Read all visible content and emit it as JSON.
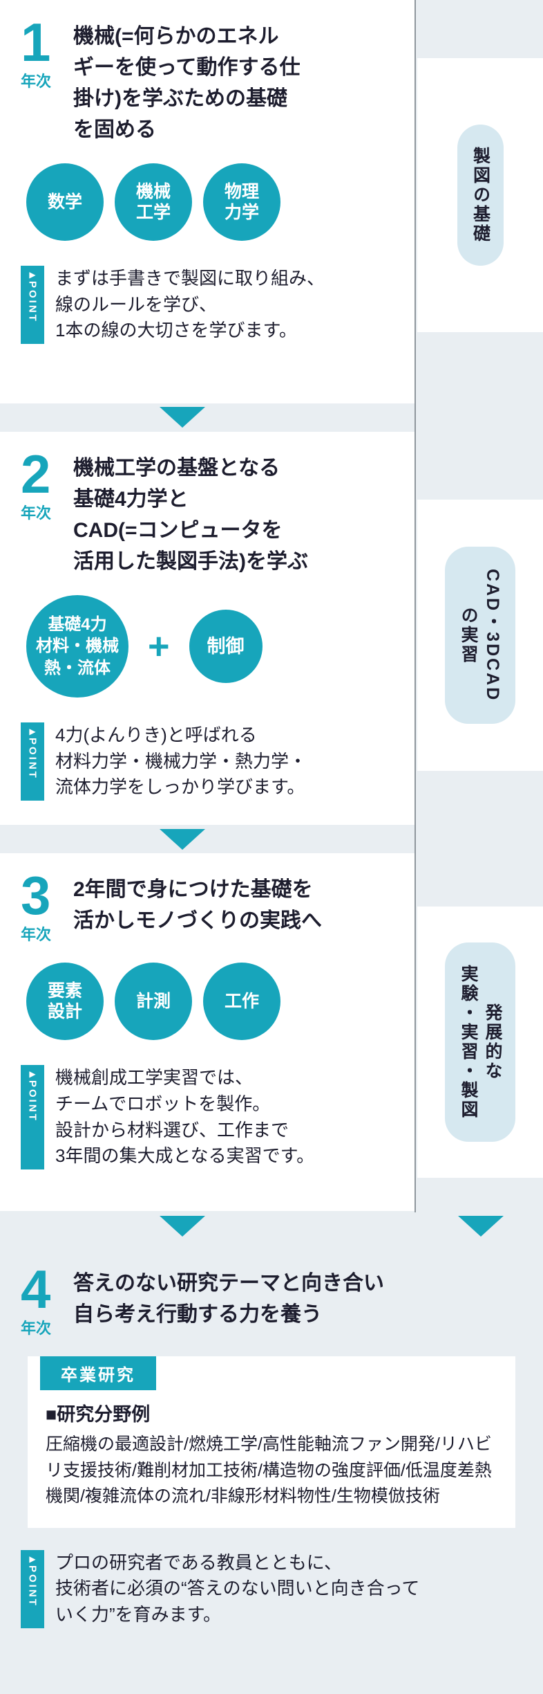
{
  "colors": {
    "teal": "#17a5bb",
    "background": "#e9eef2",
    "pill_fill": "#d6e8f0",
    "text_dark": "#1d1d2e"
  },
  "point_label": "POINT",
  "icons": {
    "play": "▶"
  },
  "sections": [
    {
      "number": "1",
      "year_label": "年次",
      "heading": "機械(=何らかのエネル\nギーを使って動作する仕\n掛け)を学ぶための基礎\nを固める",
      "circles": [
        "数学",
        "機械\n工学",
        "物理\n力学"
      ],
      "point_text": "まずは手書きで製図に取り組み、\n線のルールを学び、\n1本の線の大切さを学びます。",
      "side_label": "製図の基礎"
    },
    {
      "number": "2",
      "year_label": "年次",
      "heading": "機械工学の基盤となる\n基礎4力学と\nCAD(=コンピュータを\n活用した製図手法)を学ぶ",
      "circle_main": "基礎4力\n材料・機械\n熱・流体",
      "plus": "+",
      "circle_sub": "制御",
      "point_text": "4力(よんりき)と呼ばれる\n材料力学・機械力学・熱力学・\n流体力学をしっかり学びます。",
      "side_label": "CAD・3DCAD\nの実習"
    },
    {
      "number": "3",
      "year_label": "年次",
      "heading": "2年間で身につけた基礎を\n活かしモノづくりの実践へ",
      "circles": [
        "要素\n設計",
        "計測",
        "工作"
      ],
      "point_text": "機械創成工学実習では、\nチームでロボットを製作。\n設計から材料選び、工作まで\n3年間の集大成となる実習です。",
      "side_label": "発展的な\n実験・実習・製図"
    },
    {
      "number": "4",
      "year_label": "年次",
      "heading": "答えのない研究テーマと向き合い\n自ら考え行動する力を養う",
      "grad_label": "卒業研究",
      "research_title": "■研究分野例",
      "research_body": "圧縮機の最適設計/燃焼工学/高性能軸流ファン開発/リハビリ支援技術/難削材加工技術/構造物の強度評価/低温度差熱機関/複雑流体の流れ/非線形材料物性/生物模倣技術",
      "point_text": "プロの研究者である教員とともに、\n技術者に必須の“答えのない問いと向き合って\nいく力”を育みます。"
    }
  ]
}
